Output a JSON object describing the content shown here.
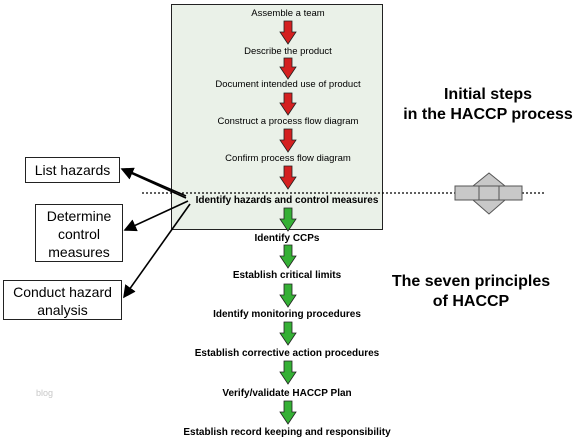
{
  "initial_steps": [
    "Assemble a team",
    "Describe the product",
    "Document intended use of product",
    "Construct a process flow diagram",
    "Confirm process flow diagram"
  ],
  "principles": [
    "Identify hazards and control measures",
    "Identify CCPs",
    "Establish critical limits",
    "Identify monitoring procedures",
    "Establish corrective action procedures",
    "Verify/validate HACCP Plan",
    "Establish record keeping and responsibility"
  ],
  "side_boxes": {
    "list_hazards": "List hazards",
    "determine_control_lines": [
      "Determine",
      "control",
      "measures"
    ],
    "conduct_analysis_lines": [
      "Conduct hazard",
      "analysis"
    ]
  },
  "headings": {
    "initial_lines": [
      "Initial steps",
      "in the HACCP process"
    ],
    "principles_lines": [
      "The seven principles",
      "of HACCP"
    ]
  },
  "watermark": "blog",
  "colors": {
    "initial_box_fill": "#eaf1e8",
    "red_arrow": "#d42020",
    "green_arrow": "#35b035",
    "double_arrow_fill": "#c8c8c8"
  }
}
